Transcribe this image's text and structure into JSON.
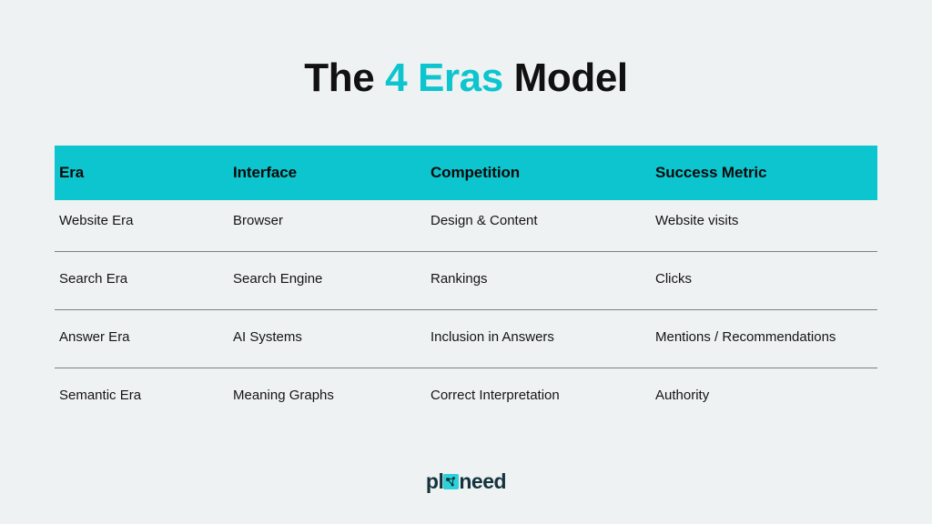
{
  "slide": {
    "background_color": "#eff2f3",
    "accent_color": "#0cc5ce",
    "text_color": "#111111"
  },
  "title": {
    "prefix": "The ",
    "accent": "4 Eras",
    "suffix": " Model",
    "full": "The 4 Eras Model"
  },
  "table": {
    "header_background": "#0cc5ce",
    "divider_color": "#808080",
    "columns": [
      "Era",
      "Interface",
      "Competition",
      "Success Metric"
    ],
    "rows": [
      {
        "era": "Website Era",
        "interface": "Browser",
        "competition": "Design & Content",
        "success_metric": "Website visits"
      },
      {
        "era": "Search Era",
        "interface": "Search Engine",
        "competition": "Rankings",
        "success_metric": "Clicks"
      },
      {
        "era": "Answer Era",
        "interface": "AI Systems",
        "competition": "Inclusion in Answers",
        "success_metric": "Mentions / Recommendations"
      },
      {
        "era": "Semantic Era",
        "interface": "Meaning Graphs",
        "competition": "Correct Interpretation",
        "success_metric": "Authority"
      }
    ]
  },
  "footer": {
    "logo": {
      "text_before": "pl",
      "icon": "node-graph-icon",
      "text_after": "need",
      "wordmark": "planeed",
      "text_color": "#14343d",
      "mark_color": "#2ad2da"
    }
  }
}
